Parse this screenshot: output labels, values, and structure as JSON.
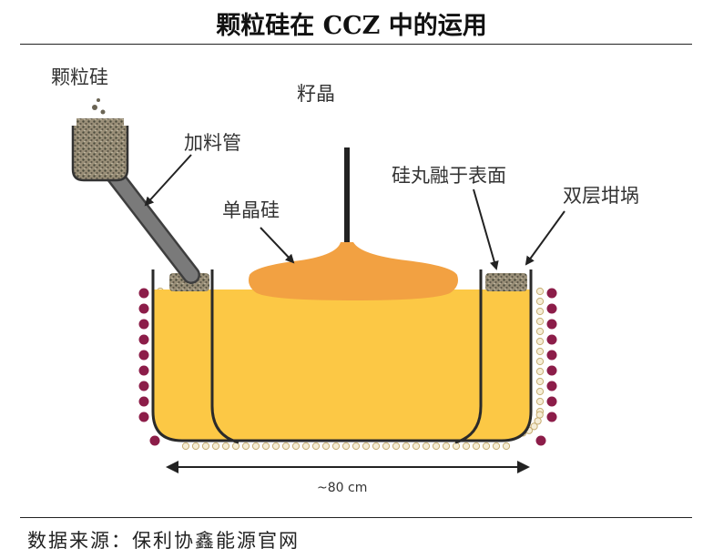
{
  "title": "颗粒硅在 CCZ 中的运用",
  "source": "数据来源：保利协鑫能源官网",
  "labels": {
    "granular_silicon": "颗粒硅",
    "feed_tube": "加料管",
    "seed_crystal": "籽晶",
    "single_crystal": "单晶硅",
    "pellet_melt": "硅丸融于表面",
    "double_crucible": "双层坩埚",
    "diameter": "~80 cm"
  },
  "colors": {
    "melt": "#fcc845",
    "crystal": "#f2a142",
    "heater_outer": "#8c1d49",
    "heater_inner": "#c6ad72",
    "crucible_wall": "#2a2a2a",
    "tube": "#6b6b6b"
  }
}
